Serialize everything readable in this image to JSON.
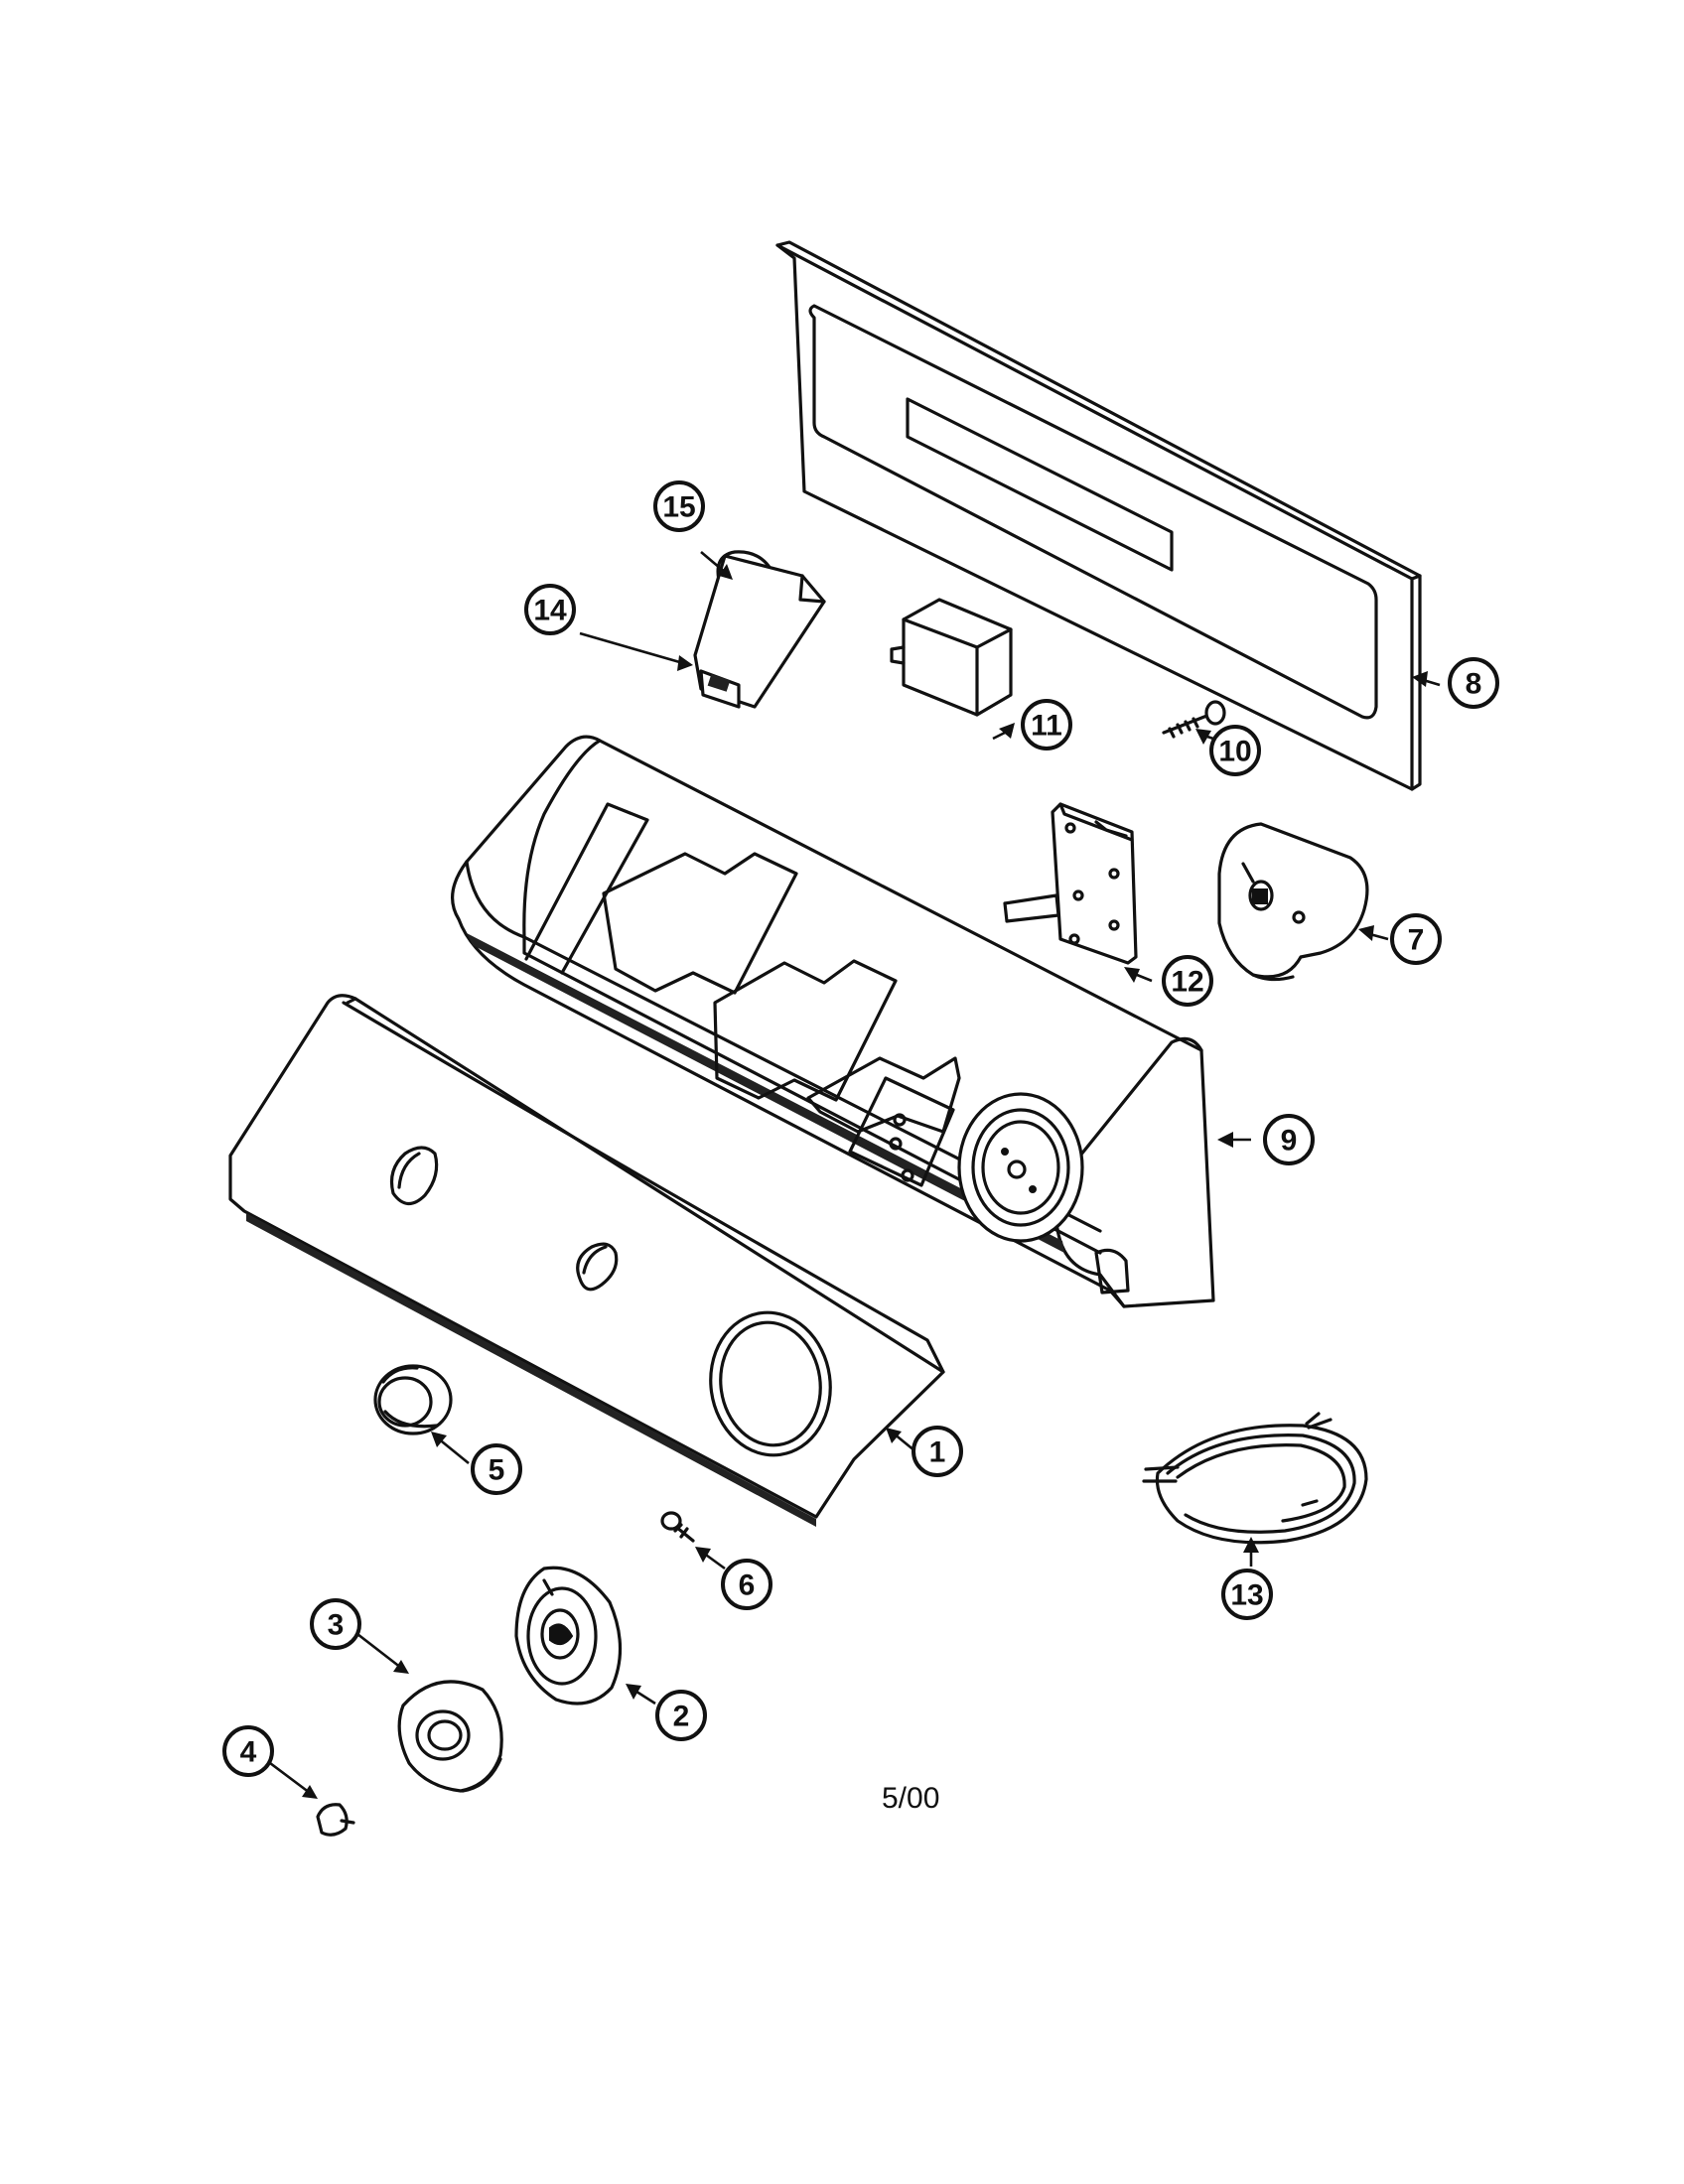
{
  "callouts": [
    {
      "id": "1",
      "label": "1",
      "part": "control-panel-front"
    },
    {
      "id": "2",
      "label": "2",
      "part": "knob-large"
    },
    {
      "id": "3",
      "label": "3",
      "part": "knob-skirt"
    },
    {
      "id": "4",
      "label": "4",
      "part": "knob-clip"
    },
    {
      "id": "5",
      "label": "5",
      "part": "selector-button"
    },
    {
      "id": "6",
      "label": "6",
      "part": "screw"
    },
    {
      "id": "7",
      "label": "7",
      "part": "timer"
    },
    {
      "id": "8",
      "label": "8",
      "part": "rear-panel"
    },
    {
      "id": "9",
      "label": "9",
      "part": "control-console"
    },
    {
      "id": "10",
      "label": "10",
      "part": "screw"
    },
    {
      "id": "11",
      "label": "11",
      "part": "relay-block"
    },
    {
      "id": "12",
      "label": "12",
      "part": "switch-bracket"
    },
    {
      "id": "13",
      "label": "13",
      "part": "wire-harness"
    },
    {
      "id": "14",
      "label": "14",
      "part": "switch-housing"
    },
    {
      "id": "15",
      "label": "15",
      "part": "light-bulb"
    }
  ],
  "revision": "5/00"
}
